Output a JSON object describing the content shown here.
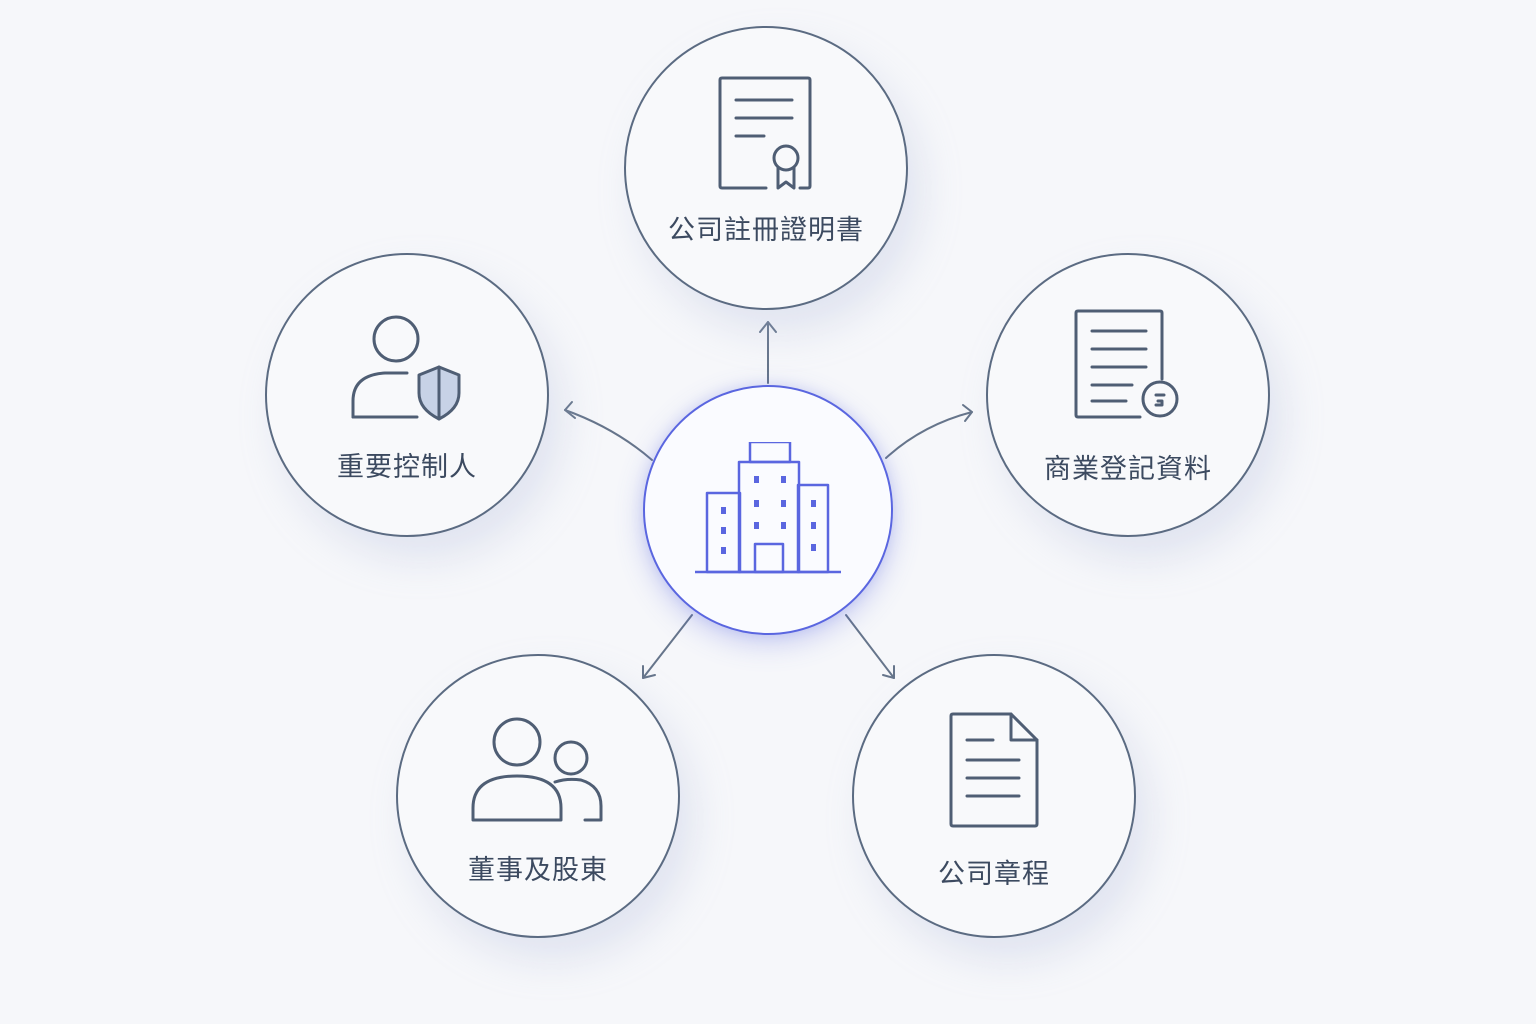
{
  "center": {
    "icon": "office-building-icon",
    "accent_color": "#5a66e0"
  },
  "nodes": {
    "certificate": {
      "label": "公司註冊證明書",
      "icon": "certificate-document-icon"
    },
    "business_registration": {
      "label": "商業登記資料",
      "icon": "document-seal-icon"
    },
    "controllers": {
      "label": "重要控制人",
      "icon": "person-shield-icon"
    },
    "directors": {
      "label": "董事及股東",
      "icon": "people-group-icon"
    },
    "articles": {
      "label": "公司章程",
      "icon": "document-page-icon"
    }
  },
  "colors": {
    "line": "#5b6b82",
    "text": "#3c4a60",
    "background": "#f6f7fa"
  }
}
